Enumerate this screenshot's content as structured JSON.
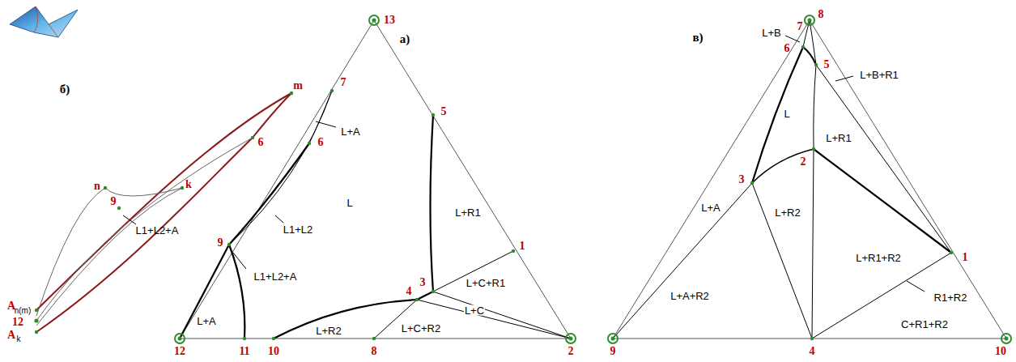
{
  "diagram": {
    "labels": [
      "а)",
      "13",
      "7",
      "6",
      "5",
      "L+A",
      "L",
      "L+R1",
      "L1+L2",
      "9",
      "L1+L2+A",
      "1",
      "L+C+R1",
      "3",
      "4",
      "L+C",
      "L+A",
      "L+R2",
      "L+C+R2",
      "12",
      "11",
      "10",
      "8",
      "2",
      "б)",
      "m",
      "6",
      "n",
      "9",
      "k",
      "L1+L2+A",
      "A",
      "n(m)",
      "12",
      "A",
      "k",
      "в)",
      "L+B",
      "7",
      "8",
      "6",
      "5",
      "L+B+R1",
      "L",
      "L+R1",
      "2",
      "L+A",
      "3",
      "L+R2",
      "L+R1+R2",
      "1",
      "R1+R2",
      "L+A+R2",
      "C+R1+R2",
      "9",
      "4",
      "10"
    ]
  }
}
